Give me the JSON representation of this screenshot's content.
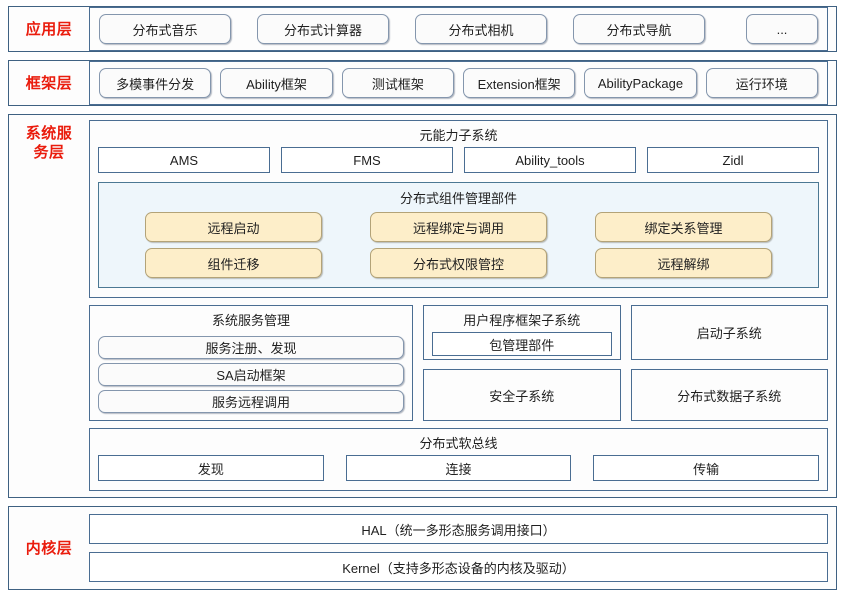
{
  "layers": [
    {
      "id": "application",
      "label": "应用层",
      "items": [
        {
          "name": "distributed-music",
          "label": "分布式音乐"
        },
        {
          "name": "distributed-calculator",
          "label": "分布式计算器"
        },
        {
          "name": "distributed-camera",
          "label": "分布式相机"
        },
        {
          "name": "distributed-navigation",
          "label": "分布式导航"
        },
        {
          "name": "more",
          "label": "..."
        }
      ]
    },
    {
      "id": "framework",
      "label": "框架层",
      "items": [
        {
          "name": "multimodal-event-dispatch",
          "label": "多模事件分发"
        },
        {
          "name": "ability-framework",
          "label": "Ability框架"
        },
        {
          "name": "test-framework",
          "label": "测试框架"
        },
        {
          "name": "extension-framework",
          "label": "Extension框架"
        },
        {
          "name": "ability-package",
          "label": "AbilityPackage"
        },
        {
          "name": "runtime-environment",
          "label": "运行环境"
        }
      ]
    },
    {
      "id": "system-service",
      "label": "系统服务\n务层",
      "label_lines": [
        "系统服",
        "务层"
      ],
      "meta_ability": {
        "title": "元能力子系统",
        "items": [
          {
            "name": "ams",
            "label": "AMS"
          },
          {
            "name": "fms",
            "label": "FMS"
          },
          {
            "name": "ability-tools",
            "label": "Ability_tools"
          },
          {
            "name": "zidl",
            "label": "Zidl"
          }
        ],
        "dcp": {
          "title": "分布式组件管理部件",
          "items": [
            {
              "name": "remote-start",
              "label": "远程启动"
            },
            {
              "name": "remote-bind-invoke",
              "label": "远程绑定与调用"
            },
            {
              "name": "binding-relation-management",
              "label": "绑定关系管理"
            },
            {
              "name": "component-migration",
              "label": "组件迁移"
            },
            {
              "name": "distributed-permission-control",
              "label": "分布式权限管控"
            },
            {
              "name": "remote-unbind",
              "label": "远程解绑"
            }
          ]
        }
      },
      "system_service_management": {
        "title": "系统服务管理",
        "items": [
          {
            "name": "service-register-discover",
            "label": "服务注册、发现"
          },
          {
            "name": "sa-start-framework",
            "label": "SA启动框架"
          },
          {
            "name": "service-remote-invoke",
            "label": "服务远程调用"
          }
        ]
      },
      "user_program_framework": {
        "title": "用户程序框架子系统",
        "items": [
          {
            "name": "package-management-part",
            "label": "包管理部件"
          }
        ]
      },
      "startup_subsystem": {
        "name": "startup-subsystem",
        "label": "启动子系统"
      },
      "security_subsystem": {
        "name": "security-subsystem",
        "label": "安全子系统"
      },
      "distributed_data_subsystem": {
        "name": "distributed-data-subsystem",
        "label": "分布式数据子系统"
      },
      "soft_bus": {
        "title": "分布式软总线",
        "items": [
          {
            "name": "discovery",
            "label": "发现"
          },
          {
            "name": "connection",
            "label": "连接"
          },
          {
            "name": "transmission",
            "label": "传输"
          }
        ]
      }
    },
    {
      "id": "kernel",
      "label": "内核层",
      "items": [
        {
          "name": "hal",
          "label": "HAL（统一多形态服务调用接口）"
        },
        {
          "name": "kernel",
          "label": "Kernel（支持多形态设备的内核及驱动）"
        }
      ]
    }
  ],
  "colors": {
    "label_red": "#ea1c0d",
    "frame_blue": "#3f6182",
    "box_border": "#4a6d92",
    "rounded_border": "#8496ad",
    "yellow_fill": "#fdeec9",
    "yellow_border": "#b3a378",
    "blue_panel_fill": "#eef6fb",
    "blue_panel_border": "#4b7893"
  }
}
